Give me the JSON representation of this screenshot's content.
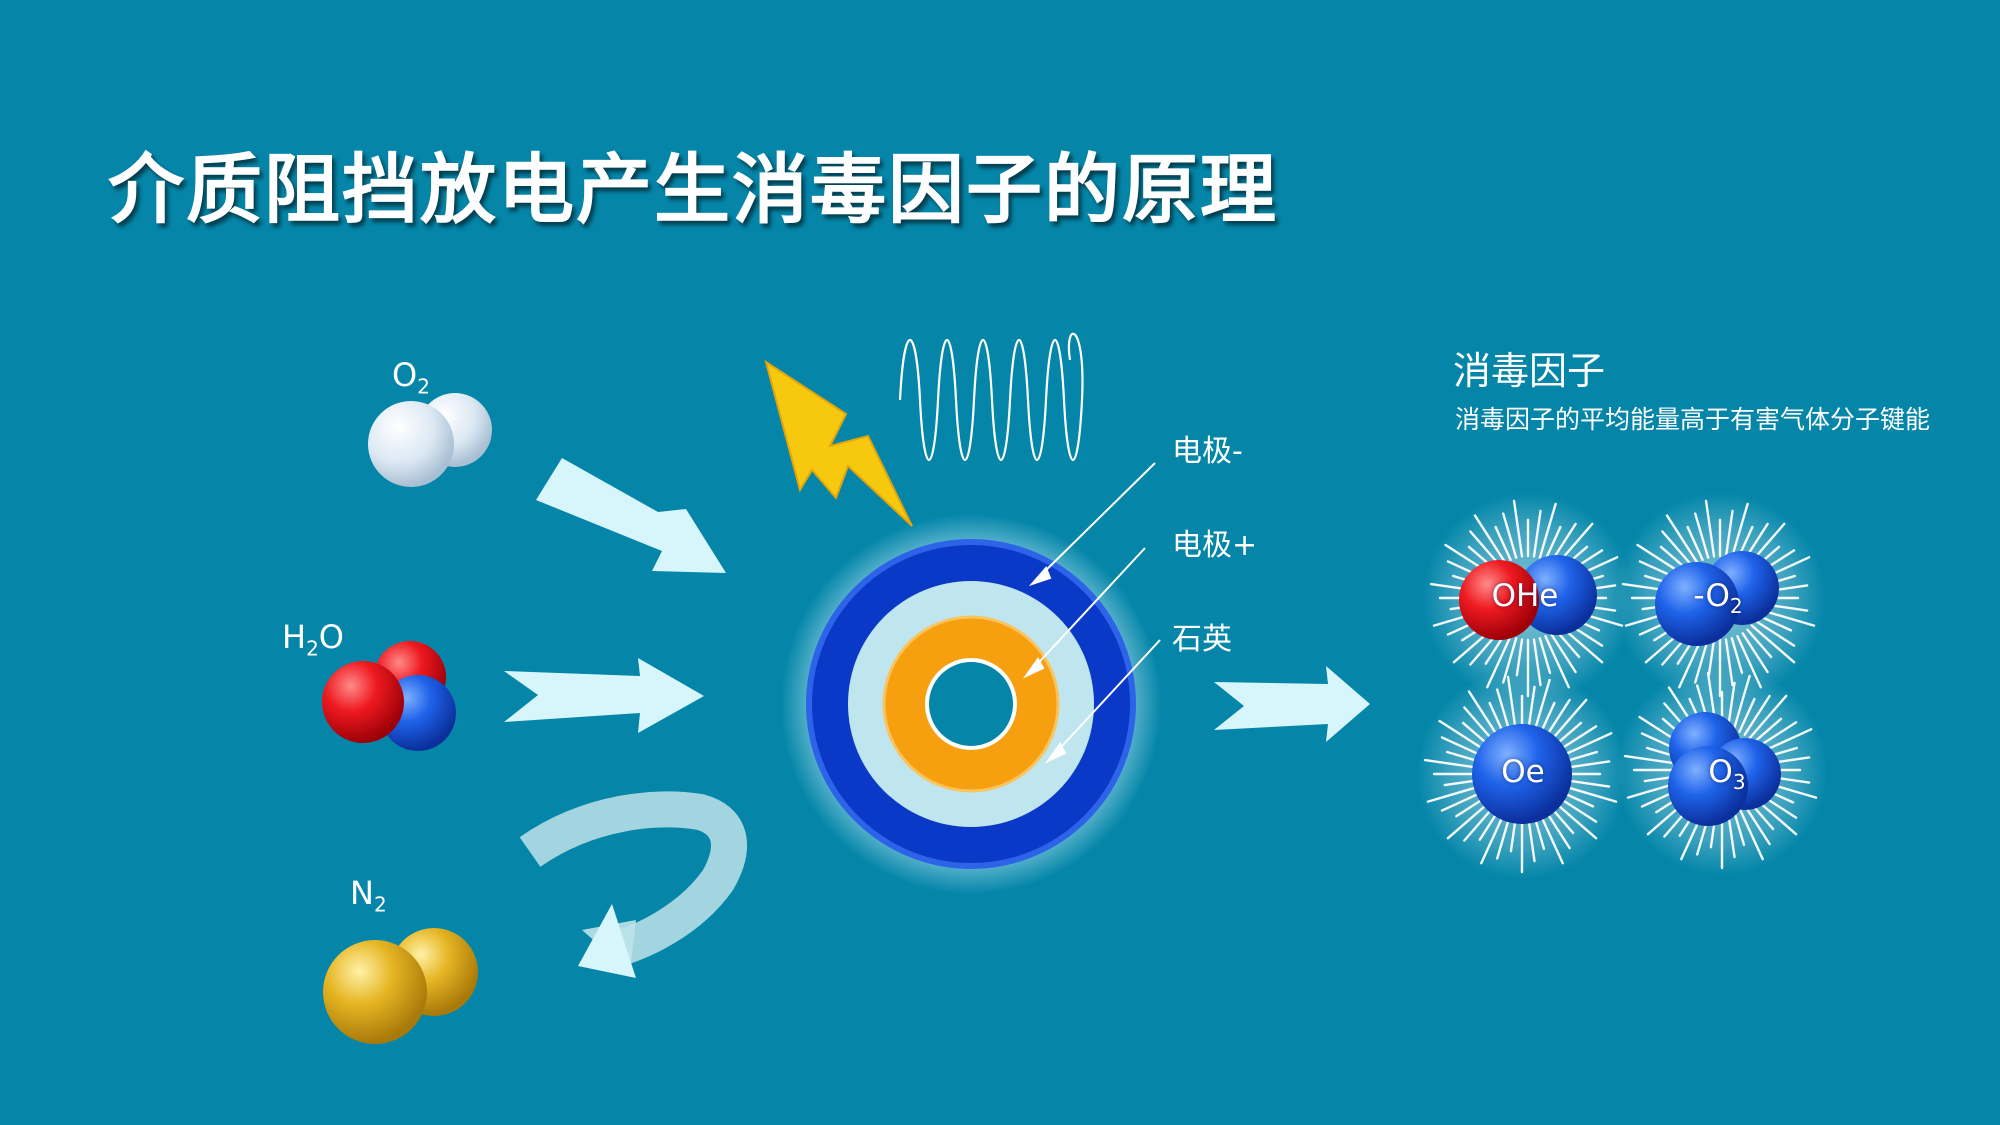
{
  "title": "介质阻挡放电产生消毒因子的原理",
  "inputs": {
    "o2": {
      "main": "O",
      "sub": "2",
      "suffix": ""
    },
    "h2o": {
      "main": "H",
      "sub": "2",
      "suffix": "O"
    },
    "n2": {
      "main": "N",
      "sub": "2",
      "suffix": ""
    }
  },
  "electrode_labels": {
    "electrode_minus": "电极-",
    "electrode_plus": "电极+",
    "quartz": "石英"
  },
  "factors": {
    "title": "消毒因子",
    "description": "消毒因子的平均能量高于有害气体分子键能",
    "items": {
      "ohe": {
        "main": "OHe",
        "sub": ""
      },
      "o2minus": {
        "main": "-O",
        "sub": "2"
      },
      "oe": {
        "main": "Oe",
        "sub": ""
      },
      "o3": {
        "main": "O",
        "sub": "3"
      }
    }
  },
  "colors": {
    "background": "#0586a9",
    "arrow": "#d7f6fb",
    "outer_ring": "#0a39c8",
    "quartz_ring": "#bfe6ee",
    "inner_ring": "#f7a00f",
    "lightning": "#f6c90e",
    "oxygen": "#e0ecf6",
    "hydrogen_red": "#e8141c",
    "atom_blue": "#1b5ee6",
    "nitrogen": "#e3b21f"
  }
}
